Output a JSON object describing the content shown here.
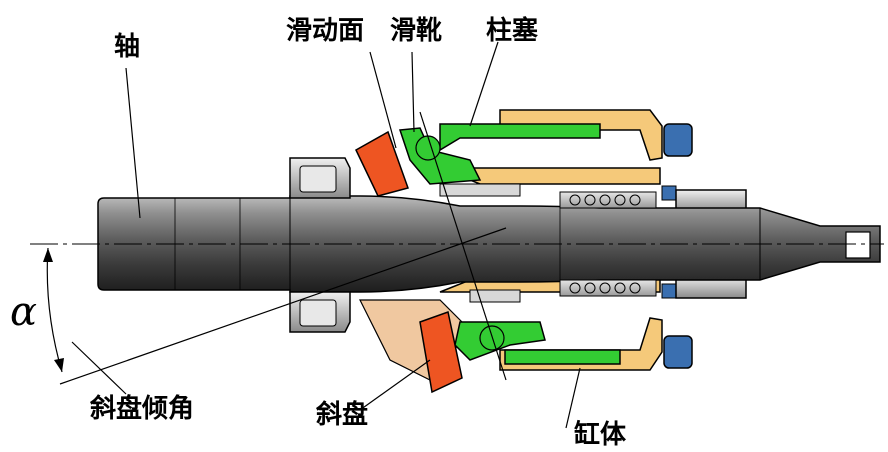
{
  "labels": {
    "shaft": "轴",
    "sliding_surface": "滑动面",
    "slipper": "滑靴",
    "plunger": "柱塞",
    "alpha": "α",
    "swashplate_angle": "斜盘倾角",
    "swashplate": "斜盘",
    "cylinder_block": "缸体"
  },
  "colors": {
    "plunger": "#33cc33",
    "cylinder_block": "#f5c97a",
    "swashplate": "#ee5522",
    "shaft": "#8a8a8a",
    "seal": "#3a6fb0",
    "support": "#f0c8a0",
    "spring": "#b0b0b0"
  }
}
